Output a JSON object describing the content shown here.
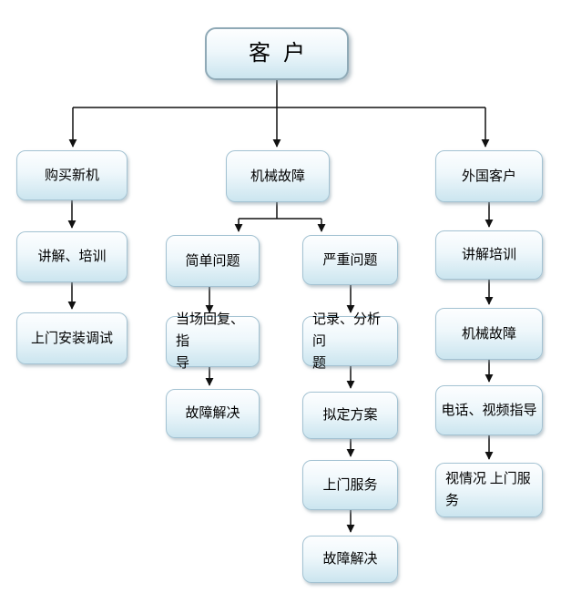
{
  "diagram": {
    "type": "flowchart",
    "nodes": {
      "customer": "客户",
      "buy_new": "购买新机",
      "explain_train": "讲解、培训",
      "onsite_install": "上门安装调试",
      "mech_fault": "机械故障",
      "simple_issue": "简单问题",
      "onspot_guide": "当场回复、指\n导",
      "fault_solved_1": "故障解决",
      "serious_issue": "严重问题",
      "record_analyze": "记录、分析问\n题",
      "make_plan": "拟定方案",
      "onsite_service": "上门服务",
      "fault_solved_2": "故障解决",
      "foreign_customer": "外国客户",
      "explain_train_2": "讲解培训",
      "mech_fault_2": "机械故障",
      "phone_video_guide": "电话、视频指导",
      "onsite_as_needed": "视情况 上门服\n务"
    },
    "edges": [
      "customer->buy_new",
      "customer->mech_fault",
      "customer->foreign_customer",
      "buy_new->explain_train",
      "explain_train->onsite_install",
      "mech_fault->simple_issue",
      "mech_fault->serious_issue",
      "simple_issue->onspot_guide",
      "onspot_guide->fault_solved_1",
      "serious_issue->record_analyze",
      "record_analyze->make_plan",
      "make_plan->onsite_service",
      "onsite_service->fault_solved_2",
      "foreign_customer->explain_train_2",
      "explain_train_2->mech_fault_2",
      "mech_fault_2->phone_video_guide",
      "phone_video_guide->onsite_as_needed"
    ],
    "colors": {
      "background": "#ffffff",
      "node_fill_top": "#fdfeff",
      "node_fill_bottom": "#cbe5ef",
      "node_border": "#a3c2d2",
      "root_border": "#8fa9b6",
      "connector": "#111111",
      "text": "#000000"
    }
  }
}
